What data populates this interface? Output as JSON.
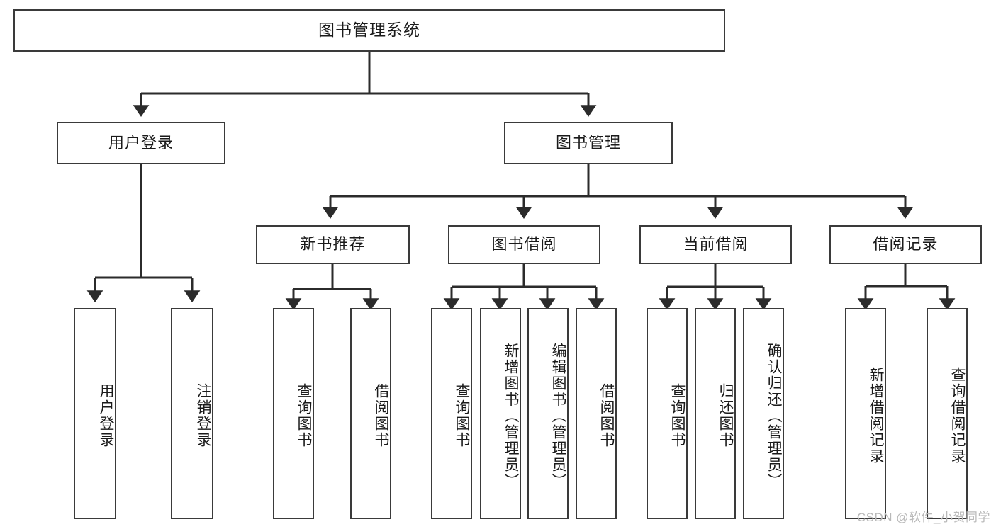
{
  "diagram": {
    "title": "图书管理系统",
    "type": "tree-hierarchy-diagram",
    "colors": {
      "background": "#ffffff",
      "box_border": "#3a3a3a",
      "box_fill": "#ffffff",
      "text": "#1a1a1a",
      "connector": "#2b2b2b",
      "watermark": "#b9b9b9"
    },
    "levels": {
      "level1": [
        {
          "id": "root",
          "label": "图书管理系统"
        }
      ],
      "level2": [
        {
          "id": "user-login",
          "label": "用户登录"
        },
        {
          "id": "book-manage",
          "label": "图书管理"
        }
      ],
      "level3": [
        {
          "id": "new-book-recommend",
          "label": "新书推荐"
        },
        {
          "id": "book-borrow",
          "label": "图书借阅"
        },
        {
          "id": "current-borrow",
          "label": "当前借阅"
        },
        {
          "id": "borrow-record",
          "label": "借阅记录"
        }
      ],
      "level4": [
        {
          "id": "leaf-user-login",
          "label": "用户登录",
          "parent": "user-login"
        },
        {
          "id": "leaf-logout",
          "label": "注销登录",
          "parent": "user-login"
        },
        {
          "id": "leaf-query-book-1",
          "label": "查询图书",
          "parent": "new-book-recommend"
        },
        {
          "id": "leaf-borrow-book-1",
          "label": "借阅图书",
          "parent": "new-book-recommend"
        },
        {
          "id": "leaf-query-book-2",
          "label": "查询图书",
          "parent": "book-borrow"
        },
        {
          "id": "leaf-add-book",
          "label": "新增图书（管理员）",
          "parent": "book-borrow"
        },
        {
          "id": "leaf-edit-book",
          "label": "编辑图书（管理员）",
          "parent": "book-borrow"
        },
        {
          "id": "leaf-borrow-book-2",
          "label": "借阅图书",
          "parent": "book-borrow"
        },
        {
          "id": "leaf-query-book-3",
          "label": "查询图书",
          "parent": "current-borrow"
        },
        {
          "id": "leaf-return-book",
          "label": "归还图书",
          "parent": "current-borrow"
        },
        {
          "id": "leaf-confirm-return",
          "label": "确认归还（管理员）",
          "parent": "current-borrow"
        },
        {
          "id": "leaf-add-record",
          "label": "新增借阅记录",
          "parent": "borrow-record"
        },
        {
          "id": "leaf-query-record",
          "label": "查询借阅记录",
          "parent": "borrow-record"
        }
      ]
    },
    "watermark": "CSDN @软件_小贺同学"
  }
}
